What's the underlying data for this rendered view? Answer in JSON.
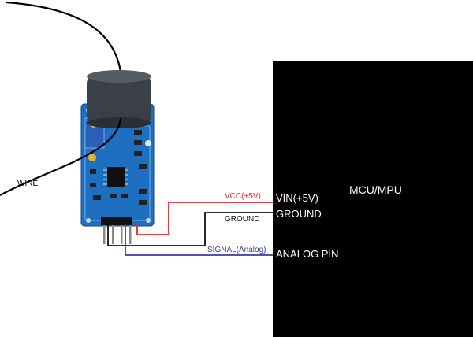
{
  "labels": {
    "wire": "WIRE",
    "vcc_line": "VCC(+5V)",
    "ground_line": "GROUND",
    "signal_line": "SIGNAL(Analog)"
  },
  "mcu": {
    "title": "MCU/MPU",
    "pins": {
      "vin": "VIN(+5V)",
      "ground": "GROUND",
      "analog": "ANALOG PIN"
    }
  },
  "colors": {
    "vcc": "#e8262d",
    "ground": "#111111",
    "signal": "#3a3aa8",
    "board": "#1f6fc0",
    "mcu_body": "#000000",
    "toroid": "#3a3f48"
  }
}
